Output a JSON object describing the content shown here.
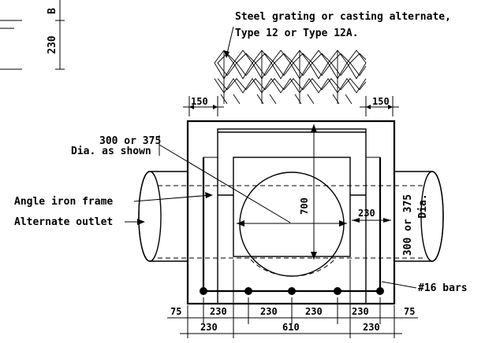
{
  "top_left": {
    "label_b": "B",
    "dim_230": "230"
  },
  "notes": {
    "grating_line1": "Steel grating or casting alternate,",
    "grating_line2": "Type 12 or Type 12A.",
    "pipe_dia_line1": "300 or 375",
    "pipe_dia_line2": "Dia. as shown",
    "angle_iron": "Angle iron frame",
    "alternate_outlet": "Alternate outlet",
    "bars": "#16 bars"
  },
  "dims": {
    "left_150": "150",
    "right_150": "150",
    "vertical_700": "700",
    "inner_230": "230",
    "outlet_dia_line1": "300 or 375",
    "outlet_dia_line2": "Dia.",
    "bottom_row1": [
      "75",
      "230",
      "230",
      "230",
      "230",
      "75"
    ],
    "bottom_row2": [
      "230",
      "610",
      "230"
    ]
  }
}
